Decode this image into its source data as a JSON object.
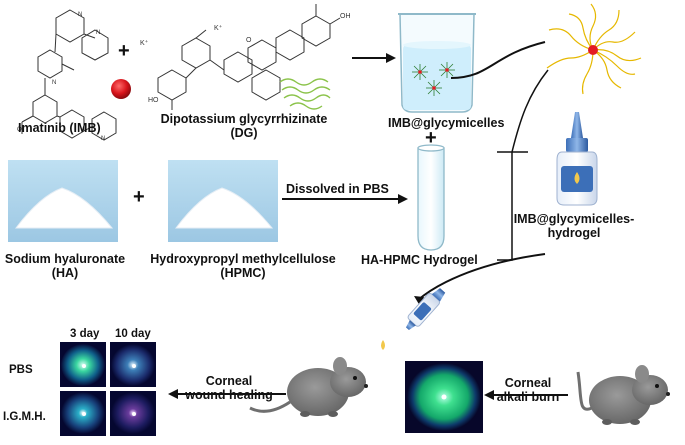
{
  "labels": {
    "imatinib": "Imatinib (IMB)",
    "dg_line1": "Dipotassium glycyrrhizinate",
    "dg_line2": "(DG)",
    "micelles": "IMB@glycymicelles",
    "dissolved": "Dissolved in PBS",
    "ha_line1": "Sodium hyaluronate",
    "ha_line2": "(HA)",
    "hpmc_line1": "Hydroxypropyl methylcellulose",
    "hpmc_line2": "(HPMC)",
    "hydrogel": "HA-HPMC Hydrogel",
    "final_line1": "IMB@glycymicelles-",
    "final_line2": "hydrogel",
    "day3": "3 day",
    "day10": "10 day",
    "pbs": "PBS",
    "igmh": "I.G.M.H.",
    "healing_line1": "Corneal",
    "healing_line2": "wound healing",
    "burn_line1": "Corneal",
    "burn_line2": "alkali burn",
    "k_plus": "K⁺",
    "oh": "OH",
    "o": "O",
    "n": "N",
    "ho": "HO",
    "oh_short": "H"
  },
  "plus": "+",
  "colors": {
    "red_drug": "#d8141b",
    "micelle_core": "#e31b23",
    "micelle_tails": "#e6b800",
    "green_tails": "#8bc34a",
    "beaker_liquid": "#cfeefc",
    "cornea_bg": "#0b0a3a",
    "cornea_green": "#2ecf7a",
    "mouse": "#7a7a7a",
    "powder_bg": "#aed3ea"
  }
}
